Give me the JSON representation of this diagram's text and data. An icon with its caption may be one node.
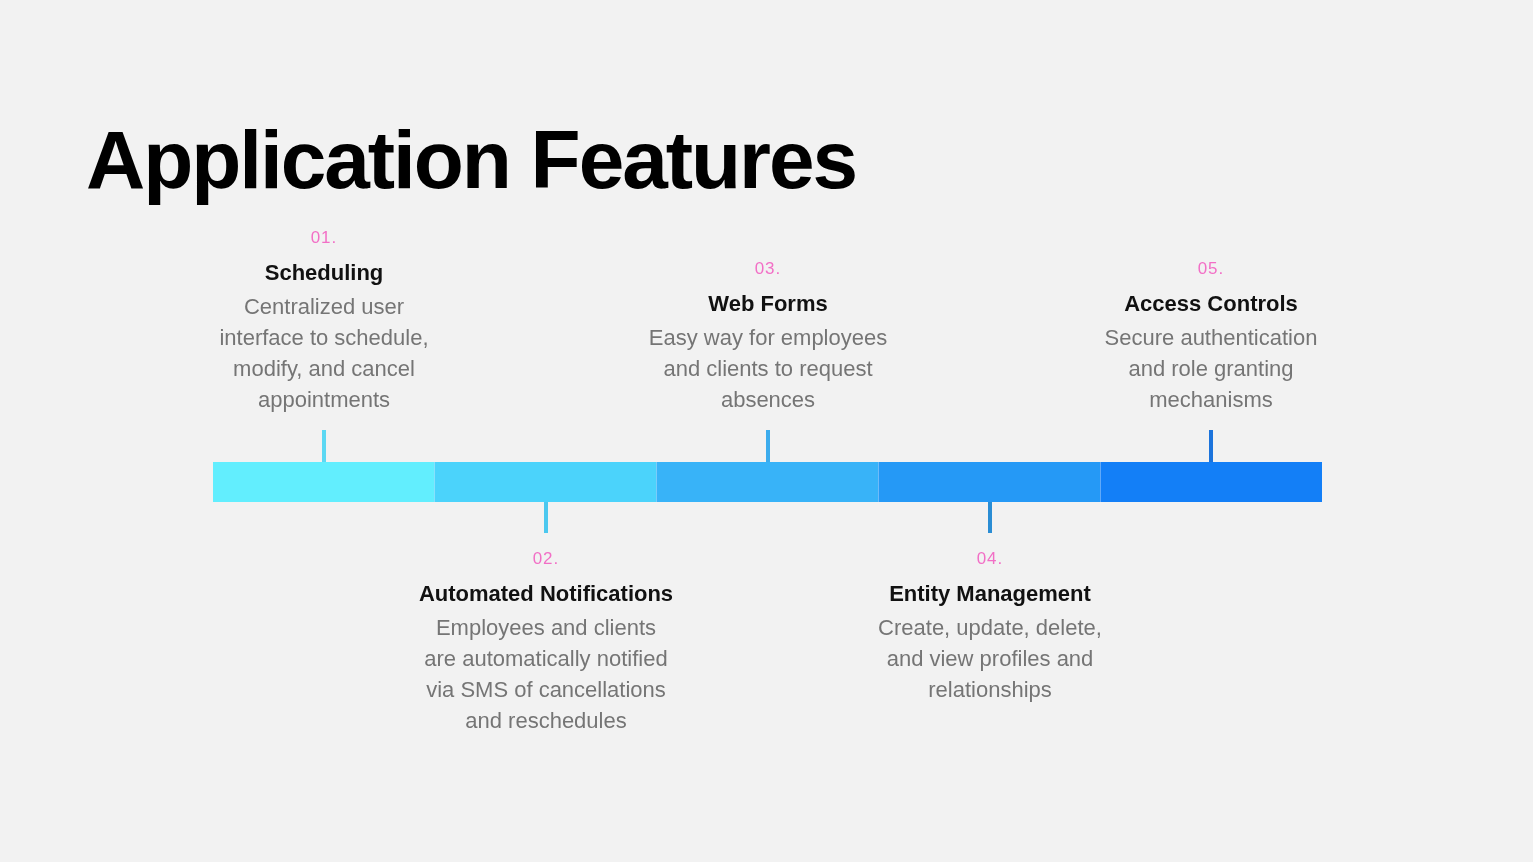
{
  "diagram": {
    "title": "Application Features",
    "nodes": [
      {
        "text": [
          "01.",
          "Scheduling",
          "Centralized user interface to schedule, modify, and cancel appointments"
        ]
      },
      {
        "text": [
          "02.",
          "Automated Notifications",
          "Employees and clients are automatically notified via SMS of cancellations and reschedules"
        ]
      },
      {
        "text": [
          "03.",
          "Web Forms",
          "Easy way for employees and clients to request absences"
        ]
      },
      {
        "text": [
          "04.",
          "Entity Management",
          "Create, update, delete, and view profiles and relationships"
        ]
      },
      {
        "text": [
          "05.",
          "Access Controls",
          "Secure authentication and role granting mechanisms"
        ]
      },
      {
        "text": [],
        "shape": "bar"
      },
      {
        "text": [],
        "shape": "bar"
      },
      {
        "text": [],
        "shape": "bar"
      },
      {
        "text": [],
        "shape": "bar"
      },
      {
        "text": [],
        "shape": "bar"
      }
    ],
    "edges": [
      {
        "from": 0,
        "to": 5,
        "arrow": "none",
        "color": "#5cd8f3"
      },
      {
        "from": 1,
        "to": 6,
        "arrow": "none",
        "color": "#4cc8ef"
      },
      {
        "from": 2,
        "to": 7,
        "arrow": "none",
        "color": "#3caced"
      },
      {
        "from": 3,
        "to": 8,
        "arrow": "none",
        "color": "#2a8dd4"
      },
      {
        "from": 4,
        "to": 9,
        "arrow": "none",
        "color": "#1c74dc"
      }
    ]
  }
}
